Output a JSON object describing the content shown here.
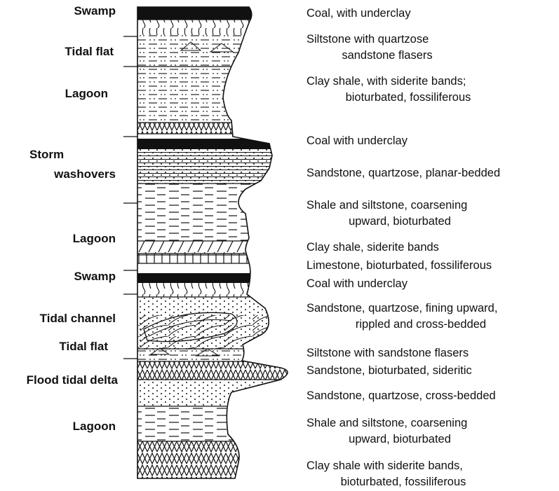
{
  "environments": [
    {
      "label": "Swamp",
      "lines": [
        "Swamp"
      ]
    },
    {
      "label": "Tidal flat",
      "lines": [
        "Tidal flat"
      ]
    },
    {
      "label": "Lagoon",
      "lines": [
        "Lagoon"
      ]
    },
    {
      "label": "Storm washovers",
      "lines": [
        "Storm",
        "washovers"
      ]
    },
    {
      "label": "Lagoon",
      "lines": [
        "Lagoon"
      ]
    },
    {
      "label": "Swamp",
      "lines": [
        "Swamp"
      ]
    },
    {
      "label": "Tidal channel",
      "lines": [
        "Tidal channel"
      ]
    },
    {
      "label": "Tidal flat",
      "lines": [
        "Tidal flat"
      ]
    },
    {
      "label": "Flood tidal delta",
      "lines": [
        "Flood tidal delta"
      ]
    },
    {
      "label": "Lagoon",
      "lines": [
        "Lagoon"
      ]
    }
  ],
  "lithologies": [
    {
      "lines": [
        "Coal,  with underclay"
      ]
    },
    {
      "lines": [
        "Siltstone with quartzose",
        "sandstone flasers"
      ]
    },
    {
      "lines": [
        "Clay shale, with siderite bands;",
        "bioturbated, fossiliferous"
      ]
    },
    {
      "lines": [
        "Coal with underclay"
      ]
    },
    {
      "lines": [
        "Sandstone, quartzose, planar-bedded"
      ]
    },
    {
      "lines": [
        "Shale and siltstone, coarsening",
        "upward, bioturbated"
      ]
    },
    {
      "lines": [
        "Clay shale, siderite bands"
      ]
    },
    {
      "lines": [
        "Limestone, bioturbated, fossiliferous"
      ]
    },
    {
      "lines": [
        "Coal with underclay"
      ]
    },
    {
      "lines": [
        "Sandstone, quartzose, fining upward,",
        "rippled and cross-bedded"
      ]
    },
    {
      "lines": [
        "Siltstone with sandstone flasers"
      ]
    },
    {
      "lines": [
        "Sandstone, bioturbated, sideritic"
      ]
    },
    {
      "lines": [
        "Sandstone, quartzose, cross-bedded"
      ]
    },
    {
      "lines": [
        "Shale and siltstone, coarsening",
        "upward, bioturbated"
      ]
    },
    {
      "lines": [
        "Clay shale with siderite bands,",
        "bioturbated, fossiliferous"
      ]
    }
  ],
  "colors": {
    "ink": "#111111",
    "paper": "#ffffff"
  }
}
